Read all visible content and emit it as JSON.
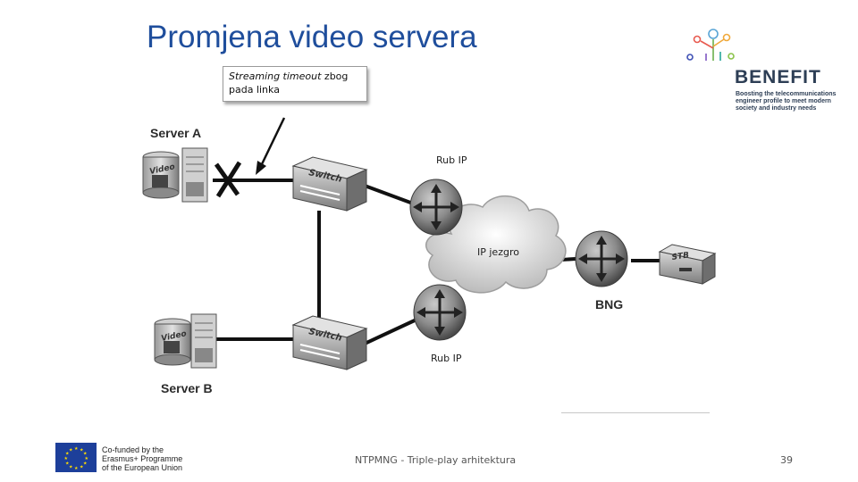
{
  "slide": {
    "title": "Promjena video servera",
    "callout": {
      "italic_text": "Streaming timeout",
      "rest_text": " zbog",
      "line2": "pada linka"
    },
    "footer_center": "NTPMNG - Triple-play arhitektura",
    "page_number": "39"
  },
  "diagram": {
    "server_a_label": "Server A",
    "server_b_label": "Server B",
    "video_label": "Video",
    "switch_label": "Switch",
    "edge_ip_top": "Rub IP",
    "edge_ip_bottom": "Rub IP",
    "core_label": "IP jezgro",
    "bng_label": "BNG",
    "stb_label": "STB"
  },
  "benefit": {
    "name": "BENEFIT",
    "tagline_1": "Boosting the telecommunications",
    "tagline_2": "engineer profile to meet modern",
    "tagline_3": "society and industry needs"
  },
  "eu": {
    "line1": "Co-funded by the",
    "line2": "Erasmus+ Programme",
    "line3": "of the European Union"
  },
  "colors": {
    "title": "#1f4e9c",
    "benefit_text": "#2d3e55",
    "eu_flag": "#1d3f9a",
    "eu_star": "#ffdd00"
  }
}
